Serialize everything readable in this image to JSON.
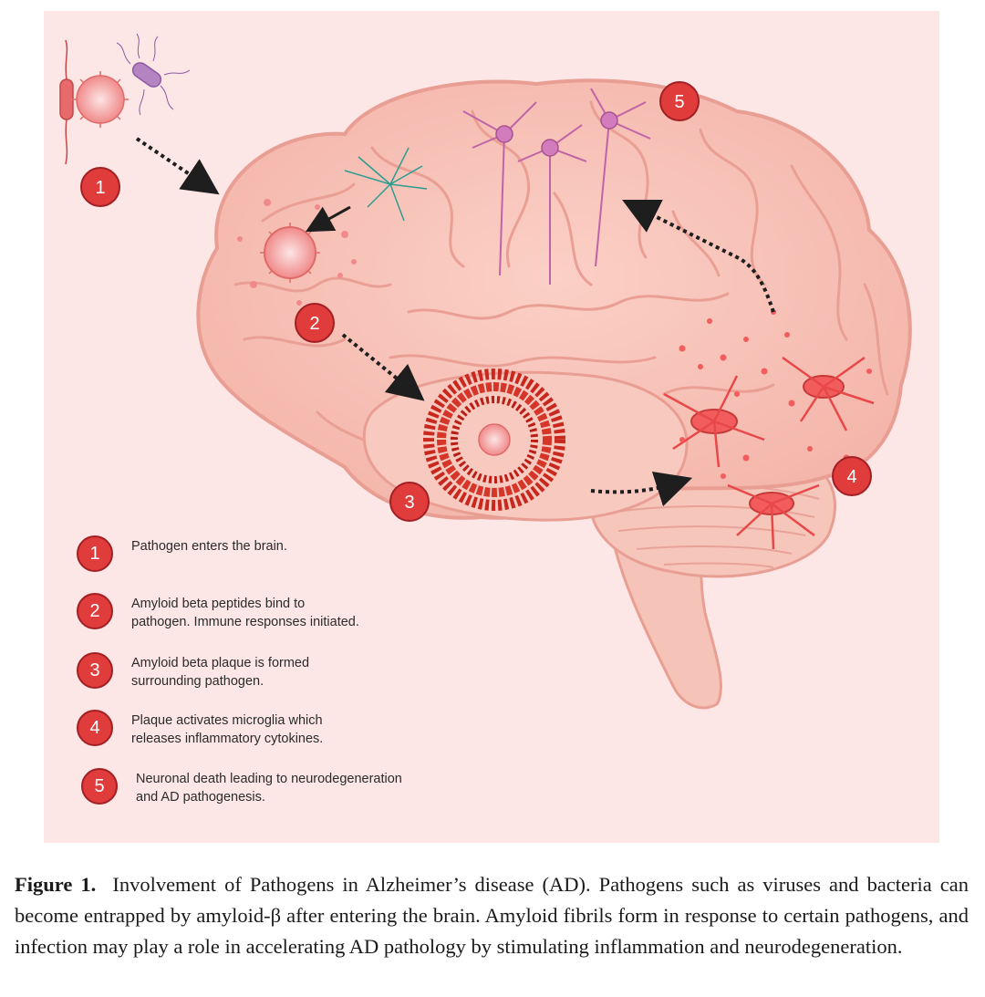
{
  "figure": {
    "background_color": "#fde6e6",
    "badge_color": "#e03c3c",
    "diagram_badges": [
      "1",
      "2",
      "3",
      "4",
      "5"
    ]
  },
  "legend": [
    {
      "number": "1",
      "text": "Pathogen enters the brain."
    },
    {
      "number": "2",
      "text": "Amyloid beta peptides bind to\npathogen. Immune responses initiated."
    },
    {
      "number": "3",
      "text": "Amyloid beta plaque is formed\nsurrounding pathogen."
    },
    {
      "number": "4",
      "text": "Plaque activates microglia which\nreleases inflammatory cytokines."
    },
    {
      "number": "5",
      "text": "Neuronal death leading to neurodegeneration\nand AD pathogenesis."
    }
  ],
  "caption": {
    "label": "Figure 1.",
    "text": "Involvement of Pathogens in Alzheimer’s disease (AD). Pathogens such as viruses and bacteria can become entrapped by amyloid-β after entering the brain. Amyloid fibrils form in response to certain pathogens, and infection may play a role in accelerating AD pathology by stimulating inflammation and neurodegeneration."
  }
}
